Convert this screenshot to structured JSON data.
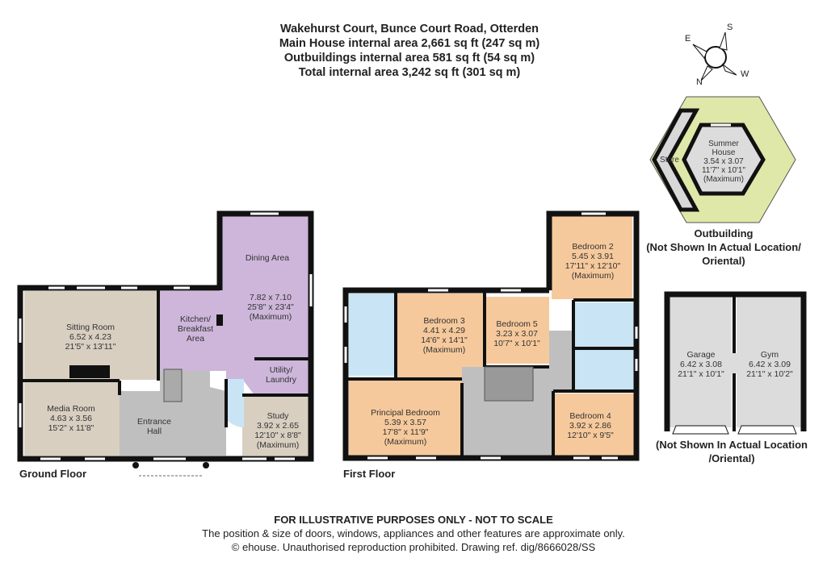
{
  "header": {
    "address": "Wakehurst Court, Bunce Court Road, Otterden",
    "main_area": "Main House internal area 2,661 sq ft (247 sq m)",
    "outbuildings_area": "Outbuildings internal area 581 sq ft (54 sq m)",
    "total_area": "Total internal area 3,242 sq ft (301 sq m)"
  },
  "compass": {
    "e": "E",
    "s": "S",
    "w": "W",
    "n": "N"
  },
  "colors": {
    "reception": "#d8cfc1",
    "kitchen": "#cdb6da",
    "bath": "#c9e5f5",
    "bedroom": "#f6c99c",
    "hall": "#bfbfbf",
    "garden": "#dfe8a8",
    "wall": "#111111"
  },
  "ground_floor": {
    "label": "Ground Floor",
    "rooms": [
      {
        "name": "Sitting Room",
        "metric": "6.52 x 4.23",
        "imperial": "21'5\" x 13'11\"",
        "note": ""
      },
      {
        "name": "Media Room",
        "metric": "4.63 x 3.56",
        "imperial": "15'2\" x 11'8\"",
        "note": ""
      },
      {
        "name": "Kitchen/ Breakfast Area",
        "metric": "",
        "imperial": "",
        "note": ""
      },
      {
        "name": "Dining Area",
        "metric": "7.82 x 7.10",
        "imperial": "25'8\" x 23'4\"",
        "note": "(Maximum)"
      },
      {
        "name": "Utility/ Laundry",
        "metric": "",
        "imperial": "",
        "note": ""
      },
      {
        "name": "Entrance Hall",
        "metric": "",
        "imperial": "",
        "note": ""
      },
      {
        "name": "Study",
        "metric": "3.92 x 2.65",
        "imperial": "12'10\" x 8'8\"",
        "note": "(Maximum)"
      }
    ]
  },
  "first_floor": {
    "label": "First Floor",
    "rooms": [
      {
        "name": "Bedroom 2",
        "metric": "5.45 x 3.91",
        "imperial": "17'11\" x 12'10\"",
        "note": "(Maximum)"
      },
      {
        "name": "Bedroom 3",
        "metric": "4.41 x 4.29",
        "imperial": "14'6\" x 14'1\"",
        "note": "(Maximum)"
      },
      {
        "name": "Bedroom 5",
        "metric": "3.23 x 3.07",
        "imperial": "10'7\" x 10'1\"",
        "note": ""
      },
      {
        "name": "Principal Bedroom",
        "metric": "5.39 x 3.57",
        "imperial": "17'8\" x 11'9\"",
        "note": "(Maximum)"
      },
      {
        "name": "Bedroom 4",
        "metric": "3.92 x 2.86",
        "imperial": "12'10\" x 9'5\"",
        "note": ""
      }
    ]
  },
  "outbuilding": {
    "label": "Outbuilding",
    "location_note": "(Not Shown In Actual Location/ Oriental)",
    "rooms": [
      {
        "name": "Summer House",
        "metric": "3.54 x 3.07",
        "imperial": "11'7\" x 10'1\"",
        "note": "(Maximum)"
      },
      {
        "name": "Store"
      }
    ]
  },
  "garage_block": {
    "location_note": "(Not Shown In Actual Location /Oriental)",
    "rooms": [
      {
        "name": "Garage",
        "metric": "6.42 x 3.08",
        "imperial": "21'1\" x 10'1\""
      },
      {
        "name": "Gym",
        "metric": "6.42 x 3.09",
        "imperial": "21'1\" x 10'2\""
      }
    ]
  },
  "footer": {
    "disclaimer": "FOR ILLUSTRATIVE PURPOSES ONLY - NOT TO SCALE",
    "approx": "The position & size of doors, windows, appliances and other features are approximate only.",
    "copyright": "© ehouse. Unauthorised reproduction prohibited. Drawing ref. dig/8666028/SS"
  }
}
